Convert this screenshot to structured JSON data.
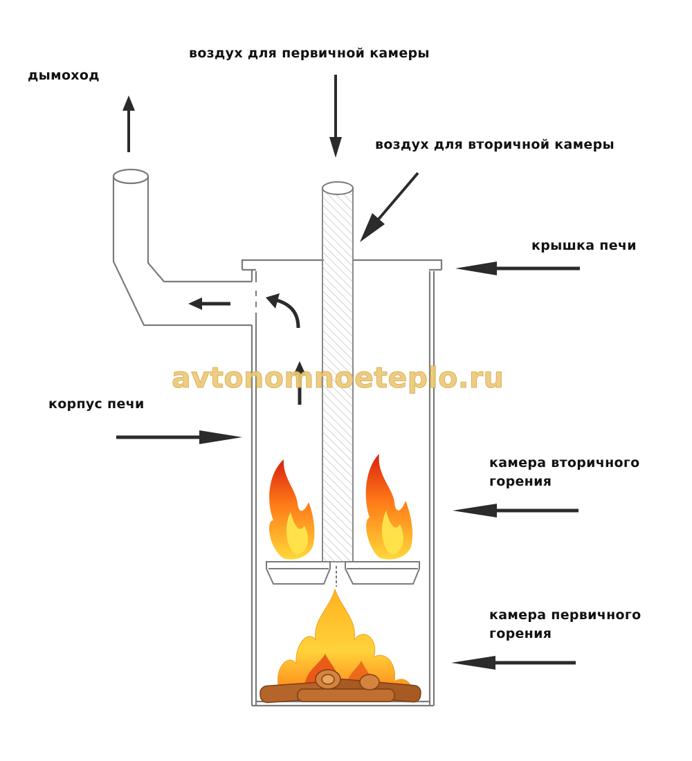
{
  "labels": {
    "chimney": "дымоход",
    "air_primary": "воздух для первичной камеры",
    "air_secondary": "воздух для вторичной камеры",
    "lid": "крышка печи",
    "body": "корпус печи",
    "secondary_chamber_line1": "камера вторичного",
    "secondary_chamber_line2": "горения",
    "primary_chamber_line1": "камера первичного",
    "primary_chamber_line2": "горения"
  },
  "watermark": "avtonomnoeteplo.ru",
  "colors": {
    "outline": "#7a7a7a",
    "arrow": "#2b2b2b",
    "flame_outer": "#e63a1a",
    "flame_mid": "#ff9a1a",
    "flame_inner": "#ffe24a",
    "wood": "#b5642a",
    "watermark": "#ecc97a"
  }
}
